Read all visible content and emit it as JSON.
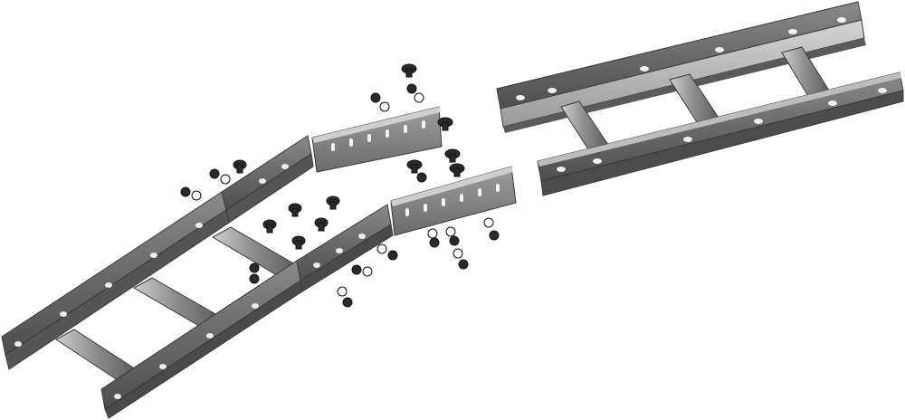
{
  "scene": {
    "subject": "cable-ladder-tray-exploded-assembly",
    "colors": {
      "background": "#ffffff",
      "metal_dark": "#4a4a4a",
      "metal_mid": "#6e6e6e",
      "metal_light": "#b8b8b8",
      "metal_highlight": "#d9d9d9",
      "hole": "#f2f2f2",
      "hardware": "#2a2a2a"
    },
    "parts": {
      "straight_section": "straight-ladder-section",
      "bend_section": "vertical-bend-ladder-section",
      "couplers": "splice-plates",
      "fasteners": "bolts-nuts-washers"
    }
  }
}
